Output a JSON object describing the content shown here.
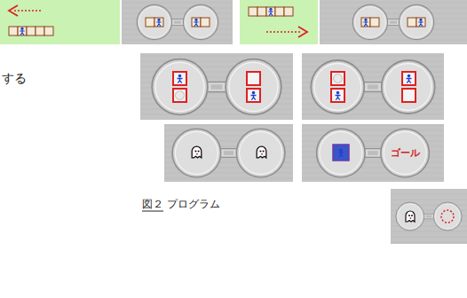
{
  "diagram": {
    "caption": "図２ プログラム",
    "labels": [
      "する",
      "ゴール"
    ]
  }
}
